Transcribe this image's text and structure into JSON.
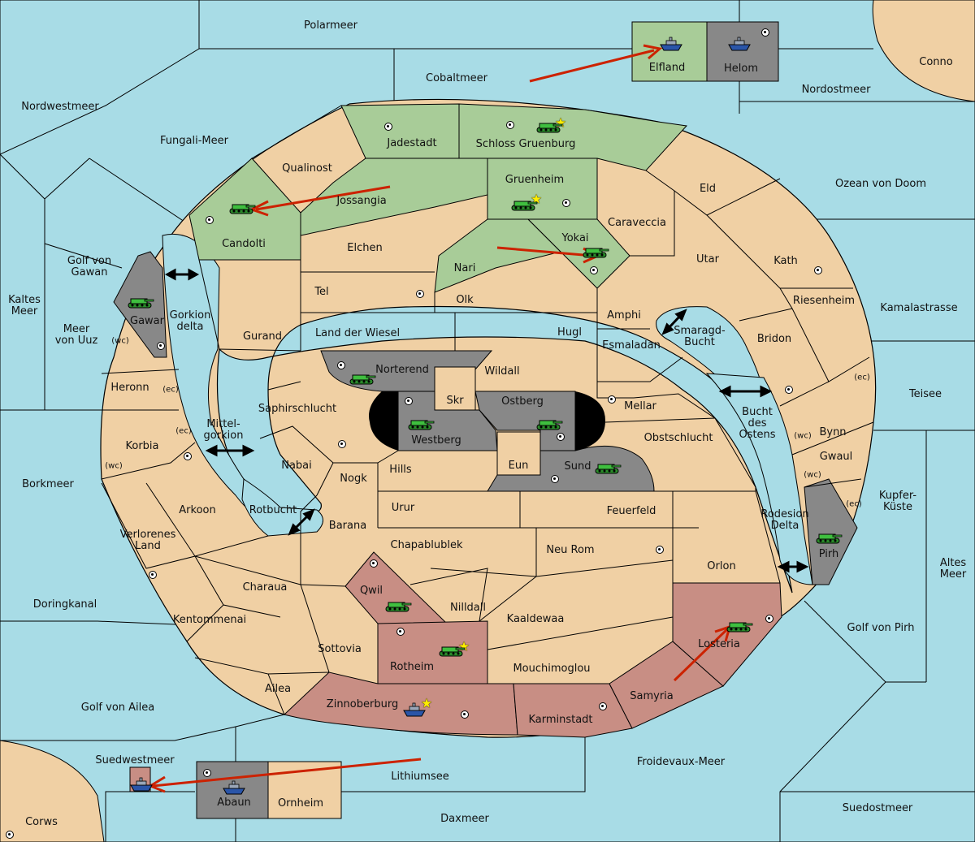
{
  "colors": {
    "sea": "#a8dce6",
    "land": "#f0d0a4",
    "nord": "#a8cc98",
    "sued": "#c88e84",
    "neutral": "#888888",
    "border": "#000000",
    "order_arrow": "#cc2200"
  },
  "provinces": [
    {
      "id": "polarmeer",
      "label": "Polarmeer"
    },
    {
      "id": "conno",
      "label": "Conno"
    },
    {
      "id": "cobaltmeer",
      "label": "Cobaltmeer"
    },
    {
      "id": "nordostmeer",
      "label": "Nordostmeer"
    },
    {
      "id": "nordwestmeer",
      "label": "Nordwestmeer"
    },
    {
      "id": "fungali",
      "label": "Fungali-Meer"
    },
    {
      "id": "elfland",
      "label": "Elfland"
    },
    {
      "id": "helom",
      "label": "Helom"
    },
    {
      "id": "jadestadt",
      "label": "Jadestadt"
    },
    {
      "id": "schloss",
      "label": "Schloss Gruenburg"
    },
    {
      "id": "qualinost",
      "label": "Qualinost"
    },
    {
      "id": "jossangia",
      "label": "Jossangia"
    },
    {
      "id": "gruenheim",
      "label": "Gruenheim"
    },
    {
      "id": "eld",
      "label": "Eld"
    },
    {
      "id": "ozean",
      "label": "Ozean von Doom"
    },
    {
      "id": "candolti",
      "label": "Candolti"
    },
    {
      "id": "caraveccia",
      "label": "Caraveccia"
    },
    {
      "id": "yokai",
      "label": "Yokai"
    },
    {
      "id": "elchen",
      "label": "Elchen"
    },
    {
      "id": "nari",
      "label": "Nari"
    },
    {
      "id": "utar",
      "label": "Utar"
    },
    {
      "id": "kath",
      "label": "Kath"
    },
    {
      "id": "golfgawan",
      "label": "Golf von\nGawan"
    },
    {
      "id": "tel",
      "label": "Tel"
    },
    {
      "id": "olk",
      "label": "Olk"
    },
    {
      "id": "riesenheim",
      "label": "Riesenheim"
    },
    {
      "id": "kamalastrasse",
      "label": "Kamalastrasse"
    },
    {
      "id": "kaltes",
      "label": "Kaltes\nMeer"
    },
    {
      "id": "gawar",
      "label": "Gawar"
    },
    {
      "id": "gorkiondelta",
      "label": "Gorkion\ndelta"
    },
    {
      "id": "amphi",
      "label": "Amphi"
    },
    {
      "id": "meeruuz",
      "label": "Meer\nvon Uuz"
    },
    {
      "id": "gurand",
      "label": "Gurand"
    },
    {
      "id": "landwiesel",
      "label": "Land der Wiesel"
    },
    {
      "id": "hugl",
      "label": "Hugl"
    },
    {
      "id": "smaragd",
      "label": "Smaragd-\nBucht"
    },
    {
      "id": "bridon",
      "label": "Bridon"
    },
    {
      "id": "esmaladan",
      "label": "Esmaladan"
    },
    {
      "id": "norterend",
      "label": "Norterend"
    },
    {
      "id": "wildall",
      "label": "Wildall"
    },
    {
      "id": "heronn",
      "label": "Heronn"
    },
    {
      "id": "teisee",
      "label": "Teisee"
    },
    {
      "id": "skr",
      "label": "Skr"
    },
    {
      "id": "ostberg",
      "label": "Ostberg"
    },
    {
      "id": "mellar",
      "label": "Mellar"
    },
    {
      "id": "saphir",
      "label": "Saphirschlucht"
    },
    {
      "id": "buchtostens",
      "label": "Bucht\ndes\nOstens"
    },
    {
      "id": "bynn",
      "label": "Bynn"
    },
    {
      "id": "mittelgorkion",
      "label": "Mittel-\ngorkion"
    },
    {
      "id": "westberg",
      "label": "Westberg"
    },
    {
      "id": "obstschlucht",
      "label": "Obstschlucht"
    },
    {
      "id": "korbia",
      "label": "Korbia"
    },
    {
      "id": "gwaul",
      "label": "Gwaul"
    },
    {
      "id": "nabai",
      "label": "Nabai"
    },
    {
      "id": "eun",
      "label": "Eun"
    },
    {
      "id": "sund",
      "label": "Sund"
    },
    {
      "id": "hills",
      "label": "Hills"
    },
    {
      "id": "nogk",
      "label": "Nogk"
    },
    {
      "id": "kupfer",
      "label": "Kupfer-\nKüste"
    },
    {
      "id": "borkmeer",
      "label": "Borkmeer"
    },
    {
      "id": "arkoon",
      "label": "Arkoon"
    },
    {
      "id": "rotbucht",
      "label": "Rotbucht"
    },
    {
      "id": "urur",
      "label": "Urur"
    },
    {
      "id": "feuerfeld",
      "label": "Feuerfeld"
    },
    {
      "id": "rodesion",
      "label": "Rodesion\nDelta"
    },
    {
      "id": "barana",
      "label": "Barana"
    },
    {
      "id": "verloren",
      "label": "Verlorenes\nLand"
    },
    {
      "id": "chapa",
      "label": "Chapablublek"
    },
    {
      "id": "neurom",
      "label": "Neu Rom"
    },
    {
      "id": "pirh",
      "label": "Pirh"
    },
    {
      "id": "altesmeer",
      "label": "Altes\nMeer"
    },
    {
      "id": "orlon",
      "label": "Orlon"
    },
    {
      "id": "charaua",
      "label": "Charaua"
    },
    {
      "id": "qwil",
      "label": "Qwil"
    },
    {
      "id": "doringkanal",
      "label": "Doringkanal"
    },
    {
      "id": "nilldall",
      "label": "Nilldall"
    },
    {
      "id": "kentom",
      "label": "Kentommenai"
    },
    {
      "id": "kaaldewaa",
      "label": "Kaaldewaa"
    },
    {
      "id": "golfpirh",
      "label": "Golf von Pirh"
    },
    {
      "id": "losteria",
      "label": "Losteria"
    },
    {
      "id": "sottovia",
      "label": "Sottovia"
    },
    {
      "id": "rotheim",
      "label": "Rotheim"
    },
    {
      "id": "mouchi",
      "label": "Mouchimoglou"
    },
    {
      "id": "ailea",
      "label": "Ailea"
    },
    {
      "id": "samyria",
      "label": "Samyria"
    },
    {
      "id": "zinnober",
      "label": "Zinnoberburg"
    },
    {
      "id": "golfailea",
      "label": "Golf von Ailea"
    },
    {
      "id": "karminstadt",
      "label": "Karminstadt"
    },
    {
      "id": "suedwestmeer",
      "label": "Suedwestmeer"
    },
    {
      "id": "froidevaux",
      "label": "Froidevaux-Meer"
    },
    {
      "id": "lithium",
      "label": "Lithiumsee"
    },
    {
      "id": "abaun",
      "label": "Abaun"
    },
    {
      "id": "ornheim",
      "label": "Ornheim"
    },
    {
      "id": "suedostmeer",
      "label": "Suedostmeer"
    },
    {
      "id": "daxmeer",
      "label": "Daxmeer"
    },
    {
      "id": "corws",
      "label": "Corws"
    }
  ],
  "coast_labels": [
    "(wc)",
    "(ec)",
    "(ec)",
    "(wc)",
    "(ec)",
    "(wc)",
    "(wc)",
    "(ec)"
  ],
  "units": [
    {
      "type": "fleet",
      "power": "nord",
      "location": "Elfland"
    },
    {
      "type": "fleet",
      "power": "neutral",
      "location": "Helom"
    },
    {
      "type": "army",
      "power": "nord",
      "location": "Schloss Gruenburg"
    },
    {
      "type": "army",
      "power": "nord",
      "location": "Candolti"
    },
    {
      "type": "army",
      "power": "nord",
      "location": "Gruenheim"
    },
    {
      "type": "army",
      "power": "nord",
      "location": "Yokai"
    },
    {
      "type": "army",
      "power": "neutral",
      "location": "Gawar"
    },
    {
      "type": "army",
      "power": "neutral",
      "location": "Norterend"
    },
    {
      "type": "army",
      "power": "neutral",
      "location": "Westberg"
    },
    {
      "type": "army",
      "power": "neutral",
      "location": "Ostberg"
    },
    {
      "type": "army",
      "power": "neutral",
      "location": "Sund"
    },
    {
      "type": "army",
      "power": "neutral",
      "location": "Pirh"
    },
    {
      "type": "army",
      "power": "sued",
      "location": "Qwil"
    },
    {
      "type": "army",
      "power": "sued",
      "location": "Rotheim"
    },
    {
      "type": "army",
      "power": "sued",
      "location": "Losteria"
    },
    {
      "type": "fleet",
      "power": "sued",
      "location": "Zinnoberburg"
    },
    {
      "type": "fleet",
      "power": "neutral",
      "location": "Abaun"
    },
    {
      "type": "fleet",
      "power": "sued",
      "location": "Suedwestmeer"
    }
  ],
  "capitals": [
    "Schloss Gruenburg",
    "Gruenheim",
    "Rotheim",
    "Zinnoberburg"
  ]
}
